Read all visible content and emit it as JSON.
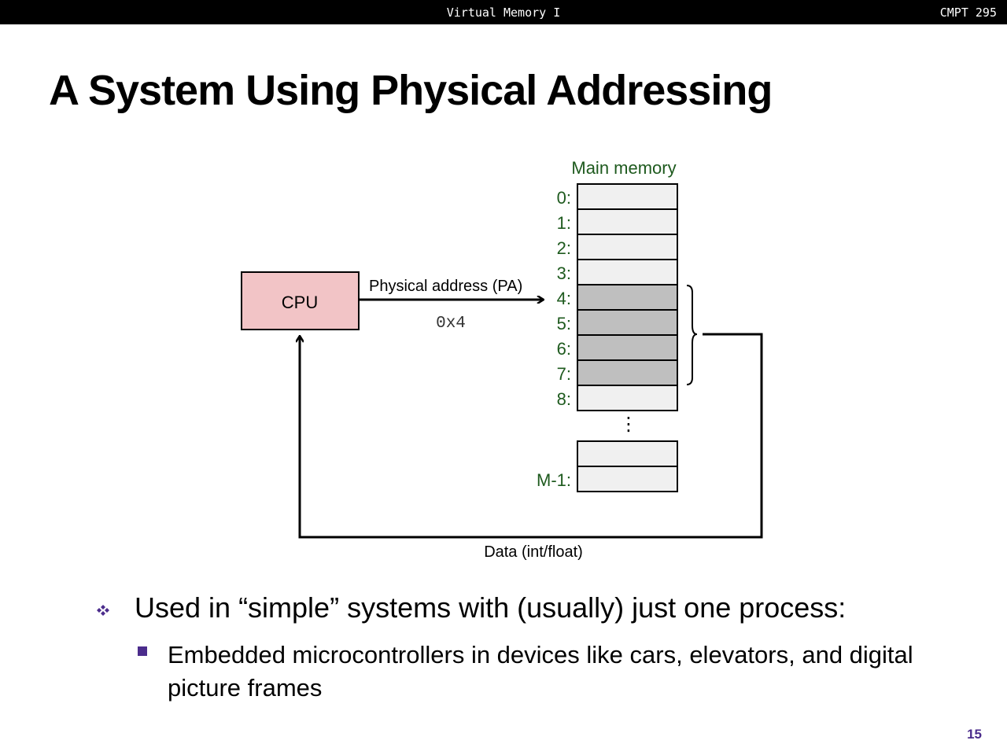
{
  "header": {
    "center_title": "Virtual Memory I",
    "course": "CMPT 295"
  },
  "slide": {
    "title": "A System Using Physical Addressing",
    "page_number": "15"
  },
  "diagram": {
    "cpu_label": "CPU",
    "pa_label": "Physical address (PA)",
    "pa_value": "0x4",
    "memory_title": "Main memory",
    "memory_rows": [
      {
        "label": "0:",
        "highlighted": false
      },
      {
        "label": "1:",
        "highlighted": false
      },
      {
        "label": "2:",
        "highlighted": false
      },
      {
        "label": "3:",
        "highlighted": false
      },
      {
        "label": "4:",
        "highlighted": true
      },
      {
        "label": "5:",
        "highlighted": true
      },
      {
        "label": "6:",
        "highlighted": true
      },
      {
        "label": "7:",
        "highlighted": true
      },
      {
        "label": "8:",
        "highlighted": false
      }
    ],
    "ellipsis": "⋮",
    "tail_rows": [
      {
        "label": "",
        "highlighted": false
      },
      {
        "label": "M-1:",
        "highlighted": false
      }
    ],
    "data_label": "Data (int/float)",
    "colors": {
      "cpu_fill": "#F2C4C6",
      "cell_fill": "#F0F0F0",
      "cell_highlight": "#BFBFBF",
      "label_green": "#1E5A1E"
    }
  },
  "bullets": [
    {
      "text": "Used in “simple” systems with (usually) just one process:",
      "sub": [
        {
          "text": "Embedded microcontrollers in devices like cars, elevators, and digital picture frames"
        }
      ]
    }
  ],
  "colors": {
    "accent": "#4B2C8C"
  }
}
